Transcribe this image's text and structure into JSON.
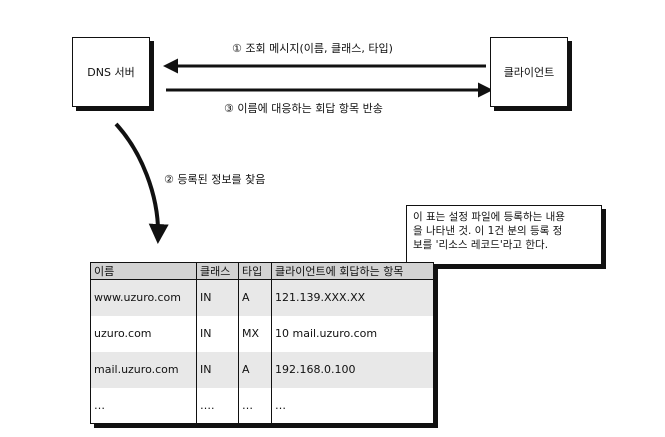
{
  "dns_server": {
    "label": "DNS 서버"
  },
  "client": {
    "label": "클라이언트"
  },
  "arrows": {
    "request": "① 조회 메시지(이름, 클래스, 타입)",
    "response": "③ 이름에 대응하는 회답 항목 반송",
    "lookup": "② 등록된 정보를 찾음"
  },
  "note": {
    "lines": [
      "이 표는 설정 파일에 등록하는 내용",
      "을 나타낸 것. 이 1건 분의 등록 정",
      "보를 '리소스 레코드'라고 한다."
    ]
  },
  "table": {
    "headers": [
      "이름",
      "클래스",
      "타입",
      "클라이언트에 회답하는 항목"
    ],
    "rows": [
      [
        "www.uzuro.com",
        "IN",
        "A",
        "121.139.XXX.XX"
      ],
      [
        "uzuro.com",
        "IN",
        "MX",
        "10 mail.uzuro.com"
      ],
      [
        "mail.uzuro.com",
        "IN",
        "A",
        "192.168.0.100"
      ],
      [
        "…",
        "….",
        "…",
        "…"
      ]
    ]
  }
}
